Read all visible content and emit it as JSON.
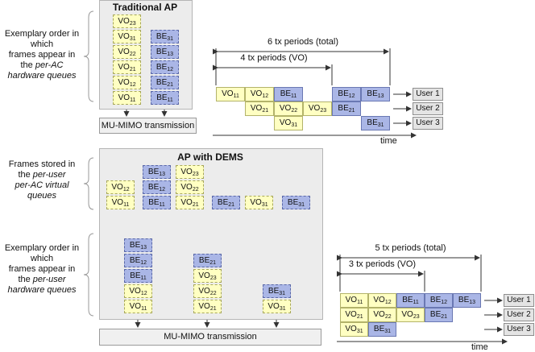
{
  "traditional": {
    "title": "Traditional AP",
    "left_text": [
      "Exemplary order in",
      "which",
      "frames appear in",
      "the ",
      "per-AC",
      "hardware queues"
    ],
    "vo_queue": [
      [
        "VO",
        "23"
      ],
      [
        "VO",
        "31"
      ],
      [
        "VO",
        "22"
      ],
      [
        "VO",
        "21"
      ],
      [
        "VO",
        "12"
      ],
      [
        "VO",
        "11"
      ]
    ],
    "be_queue": [
      [
        "BE",
        "31"
      ],
      [
        "BE",
        "13"
      ],
      [
        "BE",
        "12"
      ],
      [
        "BE",
        "21"
      ],
      [
        "BE",
        "11"
      ]
    ],
    "tx_label": "MU-MIMO transmission"
  },
  "timeline1": {
    "total_label": "6 tx periods (total)",
    "vo_label": "4 tx periods (VO)",
    "time_label": "time",
    "users": [
      "User 1",
      "User 2",
      "User 3"
    ],
    "rows": [
      [
        {
          "t": "VO",
          "s": "11",
          "slot": 0,
          "k": "vo"
        },
        {
          "t": "VO",
          "s": "12",
          "slot": 1,
          "k": "vo"
        },
        {
          "t": "BE",
          "s": "11",
          "slot": 2,
          "k": "be"
        },
        {
          "t": "BE",
          "s": "12",
          "slot": 4,
          "k": "be"
        },
        {
          "t": "BE",
          "s": "13",
          "slot": 5,
          "k": "be"
        }
      ],
      [
        {
          "t": "VO",
          "s": "21",
          "slot": 1,
          "k": "vo"
        },
        {
          "t": "VO",
          "s": "22",
          "slot": 2,
          "k": "vo"
        },
        {
          "t": "VO",
          "s": "23",
          "slot": 3,
          "k": "vo"
        },
        {
          "t": "BE",
          "s": "21",
          "slot": 4,
          "k": "be"
        }
      ],
      [
        {
          "t": "VO",
          "s": "31",
          "slot": 2,
          "k": "vo"
        },
        {
          "t": "BE",
          "s": "31",
          "slot": 5,
          "k": "be"
        }
      ]
    ]
  },
  "dems": {
    "title": "AP with DEMS",
    "stored_text": [
      "Frames stored in",
      "the ",
      "per-user",
      "per-AC virtual",
      "queues"
    ],
    "order_text": [
      "Exemplary order in",
      "which",
      "frames appear in",
      "the ",
      "per-user",
      "hardware queues"
    ],
    "virtual_queues": [
      {
        "vo": [
          [
            "VO",
            "12"
          ],
          [
            "VO",
            "11"
          ]
        ],
        "be": [
          [
            "BE",
            "13"
          ],
          [
            "BE",
            "12"
          ],
          [
            "BE",
            "11"
          ]
        ]
      },
      {
        "vo": [
          [
            "VO",
            "23"
          ],
          [
            "VO",
            "22"
          ],
          [
            "VO",
            "21"
          ]
        ],
        "be": [
          [
            "BE",
            "21"
          ]
        ]
      },
      {
        "vo": [
          [
            "VO",
            "31"
          ]
        ],
        "be": [
          [
            "BE",
            "31"
          ]
        ]
      }
    ],
    "hw_queues": [
      [
        [
          "BE",
          "13",
          "be"
        ],
        [
          "BE",
          "12",
          "be"
        ],
        [
          "BE",
          "11",
          "be"
        ],
        [
          "VO",
          "12",
          "vo"
        ],
        [
          "VO",
          "11",
          "vo"
        ]
      ],
      [
        [
          "BE",
          "21",
          "be"
        ],
        [
          "VO",
          "23",
          "vo"
        ],
        [
          "VO",
          "22",
          "vo"
        ],
        [
          "VO",
          "21",
          "vo"
        ]
      ],
      [
        [
          "BE",
          "31",
          "be"
        ],
        [
          "VO",
          "31",
          "vo"
        ]
      ]
    ],
    "tx_label": "MU-MIMO transmission"
  },
  "timeline2": {
    "total_label": "5 tx periods (total)",
    "vo_label": "3 tx periods (VO)",
    "time_label": "time",
    "users": [
      "User 1",
      "User 2",
      "User 3"
    ],
    "rows": [
      [
        {
          "t": "VO",
          "s": "11",
          "slot": 0,
          "k": "vo"
        },
        {
          "t": "VO",
          "s": "12",
          "slot": 1,
          "k": "vo"
        },
        {
          "t": "BE",
          "s": "11",
          "slot": 2,
          "k": "be"
        },
        {
          "t": "BE",
          "s": "12",
          "slot": 3,
          "k": "be"
        },
        {
          "t": "BE",
          "s": "13",
          "slot": 4,
          "k": "be"
        }
      ],
      [
        {
          "t": "VO",
          "s": "21",
          "slot": 0,
          "k": "vo"
        },
        {
          "t": "VO",
          "s": "22",
          "slot": 1,
          "k": "vo"
        },
        {
          "t": "VO",
          "s": "23",
          "slot": 2,
          "k": "vo"
        },
        {
          "t": "BE",
          "s": "21",
          "slot": 3,
          "k": "be"
        }
      ],
      [
        {
          "t": "VO",
          "s": "31",
          "slot": 0,
          "k": "vo"
        },
        {
          "t": "BE",
          "s": "31",
          "slot": 1,
          "k": "be"
        }
      ]
    ]
  }
}
